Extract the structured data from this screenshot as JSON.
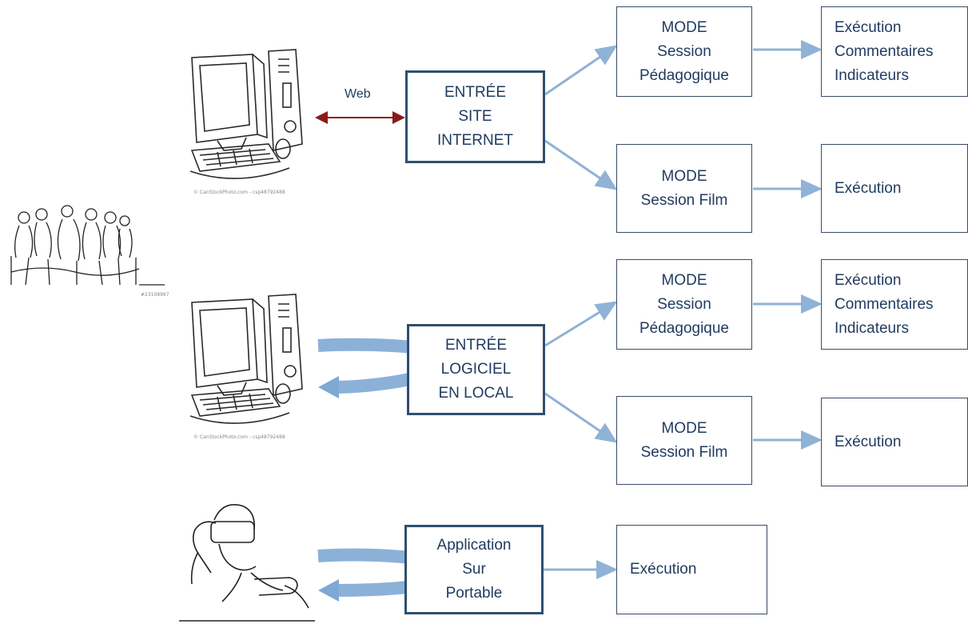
{
  "colors": {
    "arrow": "#8fb2d6",
    "web_arrow": "#8b1a1a",
    "box_text": "#1f3a5f",
    "curved_arrow": "#7fa8d4"
  },
  "icons": [
    "group-sketch-icon",
    "desktop-computer-icon",
    "vr-headset-user-icon"
  ],
  "labels": {
    "web": "Web"
  },
  "entries": {
    "site": [
      "ENTRÉE",
      "SITE",
      "INTERNET"
    ],
    "local": [
      "ENTRÉE",
      "LOGICIEL",
      "EN LOCAL"
    ],
    "app": [
      "Application",
      "Sur",
      "Portable"
    ]
  },
  "modes": {
    "site_peda": [
      "MODE",
      "Session",
      "Pédagogique"
    ],
    "site_film": [
      "MODE",
      "Session Film"
    ],
    "local_peda": [
      "MODE",
      "Session",
      "Pédagogique"
    ],
    "local_film": [
      "MODE",
      "Session Film"
    ]
  },
  "results": {
    "site_peda": [
      "Exécution",
      "Commentaires",
      "Indicateurs"
    ],
    "site_film": [
      "Exécution"
    ],
    "local_peda": [
      "Exécution",
      "Commentaires",
      "Indicateurs"
    ],
    "local_film": [
      "Exécution"
    ],
    "app": [
      "Exécution"
    ]
  }
}
